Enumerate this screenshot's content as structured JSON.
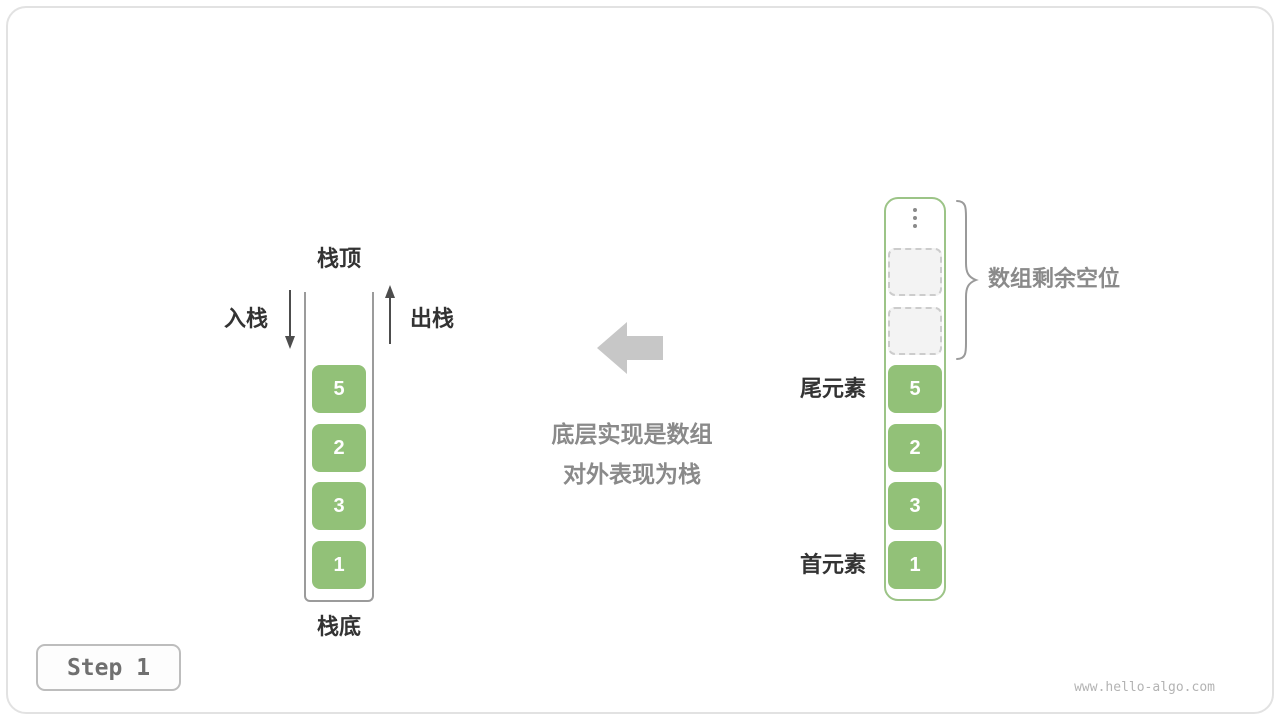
{
  "meta": {
    "step_label": "Step 1",
    "watermark": "www.hello-algo.com"
  },
  "stack": {
    "top_label": "栈顶",
    "bottom_label": "栈底",
    "push_label": "入栈",
    "pop_label": "出栈",
    "values": [
      "5",
      "2",
      "3",
      "1"
    ]
  },
  "caption": {
    "line1": "底层实现是数组",
    "line2": "对外表现为栈"
  },
  "array": {
    "remaining_label": "数组剩余空位",
    "tail_label": "尾元素",
    "head_label": "首元素",
    "empty_slot_count": 2,
    "values": [
      "5",
      "2",
      "3",
      "1"
    ]
  },
  "icons": {
    "push_arrow": "arrow-down",
    "pop_arrow": "arrow-up",
    "direction_arrow": "block-arrow-left",
    "brace": "curly-brace-right",
    "ellipsis": "vertical-ellipsis"
  },
  "colors": {
    "cell_green": "#92c178",
    "array_border_green": "#9cc487",
    "block_arrow_gray": "#c7c7c7",
    "caption_gray": "#8a8a8a",
    "label_dark": "#333333"
  }
}
